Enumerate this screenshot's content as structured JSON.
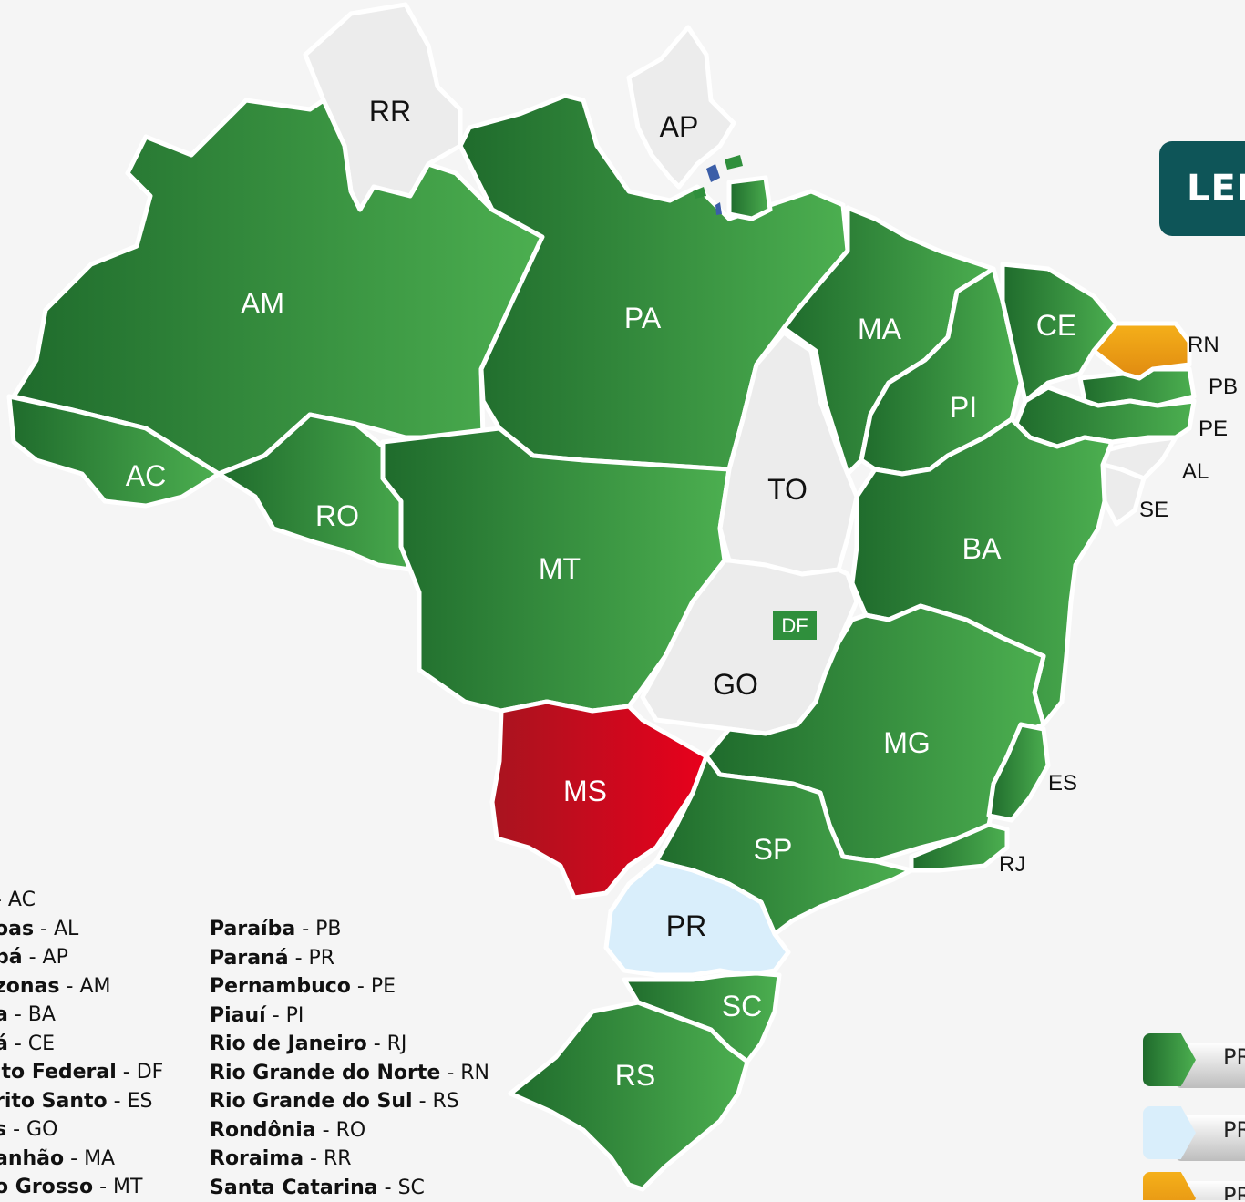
{
  "title": "LEIS",
  "colors": {
    "green": "#2f8f3c",
    "green_dark": "#1f6b2c",
    "green_light": "#4caf50",
    "grey": "#ececec",
    "light_blue": "#d9eefb",
    "red": "#d0021b",
    "orange": "#f0a020"
  },
  "states": [
    {
      "abbr": "RR",
      "status": "grey"
    },
    {
      "abbr": "AP",
      "status": "grey"
    },
    {
      "abbr": "AM",
      "status": "green"
    },
    {
      "abbr": "PA",
      "status": "green"
    },
    {
      "abbr": "AC",
      "status": "green"
    },
    {
      "abbr": "RO",
      "status": "green"
    },
    {
      "abbr": "MT",
      "status": "green"
    },
    {
      "abbr": "TO",
      "status": "grey"
    },
    {
      "abbr": "MA",
      "status": "green"
    },
    {
      "abbr": "PI",
      "status": "green"
    },
    {
      "abbr": "CE",
      "status": "green"
    },
    {
      "abbr": "RN",
      "status": "orange"
    },
    {
      "abbr": "PB",
      "status": "green"
    },
    {
      "abbr": "PE",
      "status": "green"
    },
    {
      "abbr": "AL",
      "status": "grey"
    },
    {
      "abbr": "SE",
      "status": "grey"
    },
    {
      "abbr": "BA",
      "status": "green"
    },
    {
      "abbr": "GO",
      "status": "grey"
    },
    {
      "abbr": "DF",
      "status": "green"
    },
    {
      "abbr": "MG",
      "status": "green"
    },
    {
      "abbr": "ES",
      "status": "green"
    },
    {
      "abbr": "RJ",
      "status": "green"
    },
    {
      "abbr": "MS",
      "status": "red"
    },
    {
      "abbr": "SP",
      "status": "green"
    },
    {
      "abbr": "PR",
      "status": "light_blue"
    },
    {
      "abbr": "SC",
      "status": "green"
    },
    {
      "abbr": "RS",
      "status": "green"
    }
  ],
  "list_left": [
    {
      "name": "",
      "abbr": " - AC"
    },
    {
      "name": "oas",
      "abbr": " - AL"
    },
    {
      "name": "pá",
      "abbr": " - AP"
    },
    {
      "name": "zonas",
      "abbr": " - AM"
    },
    {
      "name": "a",
      "abbr": " - BA"
    },
    {
      "name": "á",
      "abbr": " - CE"
    },
    {
      "name": "ito Federal",
      "abbr": "  - DF"
    },
    {
      "name": "rito Santo",
      "abbr": " - ES"
    },
    {
      "name": "s",
      "abbr": " - GO"
    },
    {
      "name": "anhão",
      "abbr": " - MA"
    },
    {
      "name": "o Grosso",
      "abbr": " - MT"
    }
  ],
  "list_right": [
    {
      "name": "Paraíba",
      "abbr": " - PB"
    },
    {
      "name": "Paraná",
      "abbr": " - PR"
    },
    {
      "name": "Pernambuco",
      "abbr": " - PE"
    },
    {
      "name": "Piauí",
      "abbr": " - PI"
    },
    {
      "name": "Rio de Janeiro",
      "abbr": " - RJ"
    },
    {
      "name": "Rio Grande do Norte",
      "abbr": " - RN"
    },
    {
      "name": "Rio Grande do Sul",
      "abbr": " - RS"
    },
    {
      "name": "Rondônia",
      "abbr": " - RO"
    },
    {
      "name": "Roraima",
      "abbr": " - RR"
    },
    {
      "name": "Santa Catarina",
      "abbr": " - SC"
    }
  ],
  "key": [
    {
      "label": "PR",
      "color": "green"
    },
    {
      "label": "PR",
      "color": "light_blue"
    },
    {
      "label": "PR",
      "color": "orange"
    }
  ]
}
